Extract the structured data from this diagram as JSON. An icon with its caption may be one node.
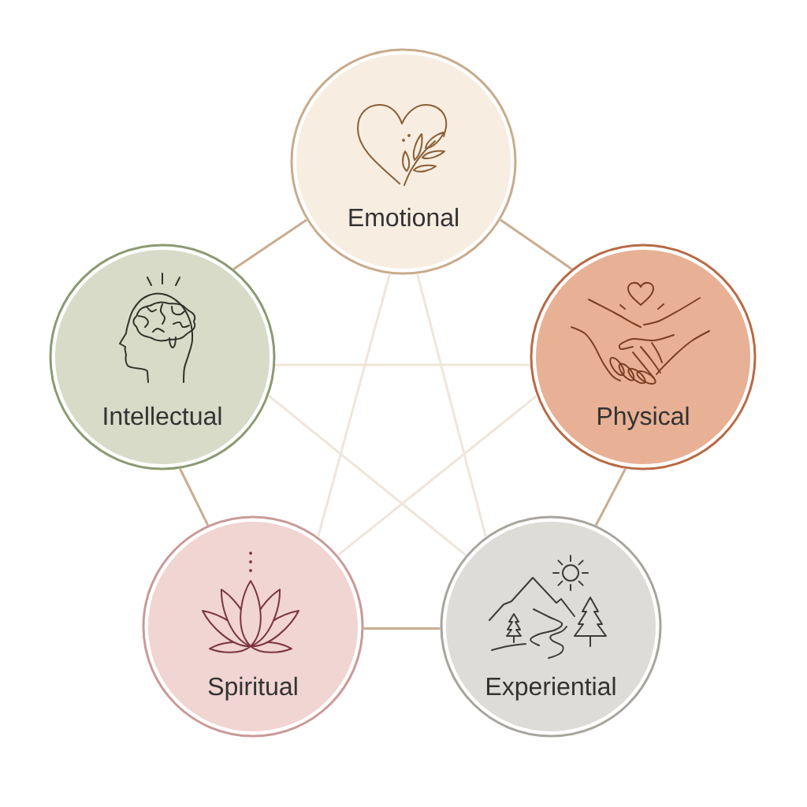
{
  "diagram": {
    "nodes": [
      {
        "text": [
          "Emotional"
        ]
      },
      {
        "text": [
          "Intellectual"
        ]
      },
      {
        "text": [
          "Physical"
        ]
      },
      {
        "text": [
          "Spiritual"
        ]
      },
      {
        "text": [
          "Experiential"
        ]
      }
    ],
    "edges": [
      {
        "from": 0,
        "to": 1,
        "arrow": "none"
      },
      {
        "from": 0,
        "to": 2,
        "arrow": "none"
      },
      {
        "from": 1,
        "to": 3,
        "arrow": "none"
      },
      {
        "from": 2,
        "to": 4,
        "arrow": "none"
      },
      {
        "from": 3,
        "to": 4,
        "arrow": "none"
      },
      {
        "from": 0,
        "to": 3,
        "arrow": "none",
        "color": "#efe6da"
      },
      {
        "from": 0,
        "to": 4,
        "arrow": "none",
        "color": "#efe6da"
      },
      {
        "from": 1,
        "to": 2,
        "arrow": "none",
        "color": "#efe6da"
      },
      {
        "from": 1,
        "to": 4,
        "arrow": "none",
        "color": "#efe6da"
      },
      {
        "from": 2,
        "to": 3,
        "arrow": "none",
        "color": "#efe6da"
      }
    ]
  }
}
